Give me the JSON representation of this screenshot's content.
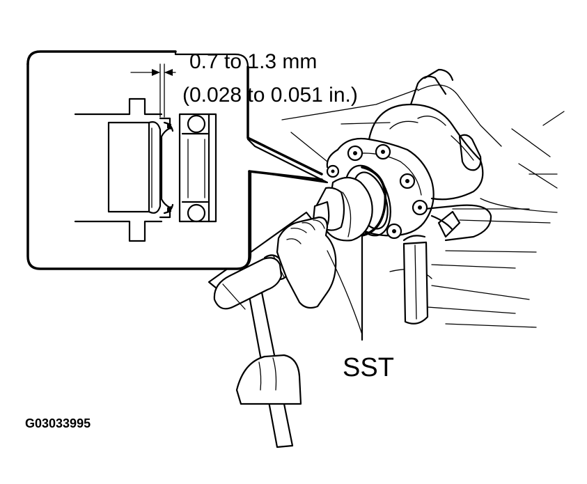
{
  "figure": {
    "callout": {
      "dimension_mm": "0.7 to 1.3 mm",
      "dimension_in": "(0.028 to 0.051 in.)"
    },
    "tool_label": "SST",
    "figure_id": "G03033995"
  },
  "colors": {
    "ink": "#000000",
    "paper": "#ffffff"
  },
  "icons": [
    "dimension-arrow-icon"
  ]
}
